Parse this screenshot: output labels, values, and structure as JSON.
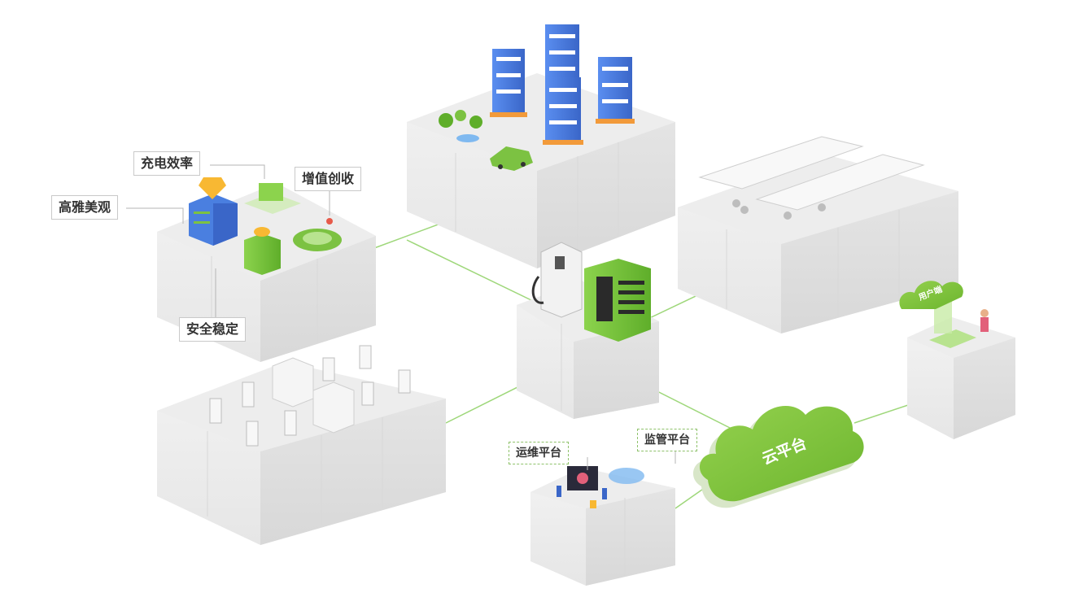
{
  "labels": {
    "elegant": "高雅美观",
    "efficiency": "充电效率",
    "value_added": "增值创收",
    "safety": "安全稳定",
    "ops_platform": "运维平台",
    "supervision_platform": "监管平台",
    "cloud_platform": "云平台",
    "user_end": "用户端"
  },
  "colors": {
    "accent_green": "#7cc242",
    "line_green": "#9ed77a",
    "block_gray": "#e9e9e9",
    "building_blue": "#4a7fe0"
  },
  "icons": [
    "apartment-tower-icon",
    "tree-icon",
    "car-icon",
    "charging-pile-icon",
    "power-cabinet-icon",
    "carport-canopy-icon",
    "scooter-icon",
    "monitor-screen-icon",
    "person-icon",
    "phone-screen-icon"
  ]
}
